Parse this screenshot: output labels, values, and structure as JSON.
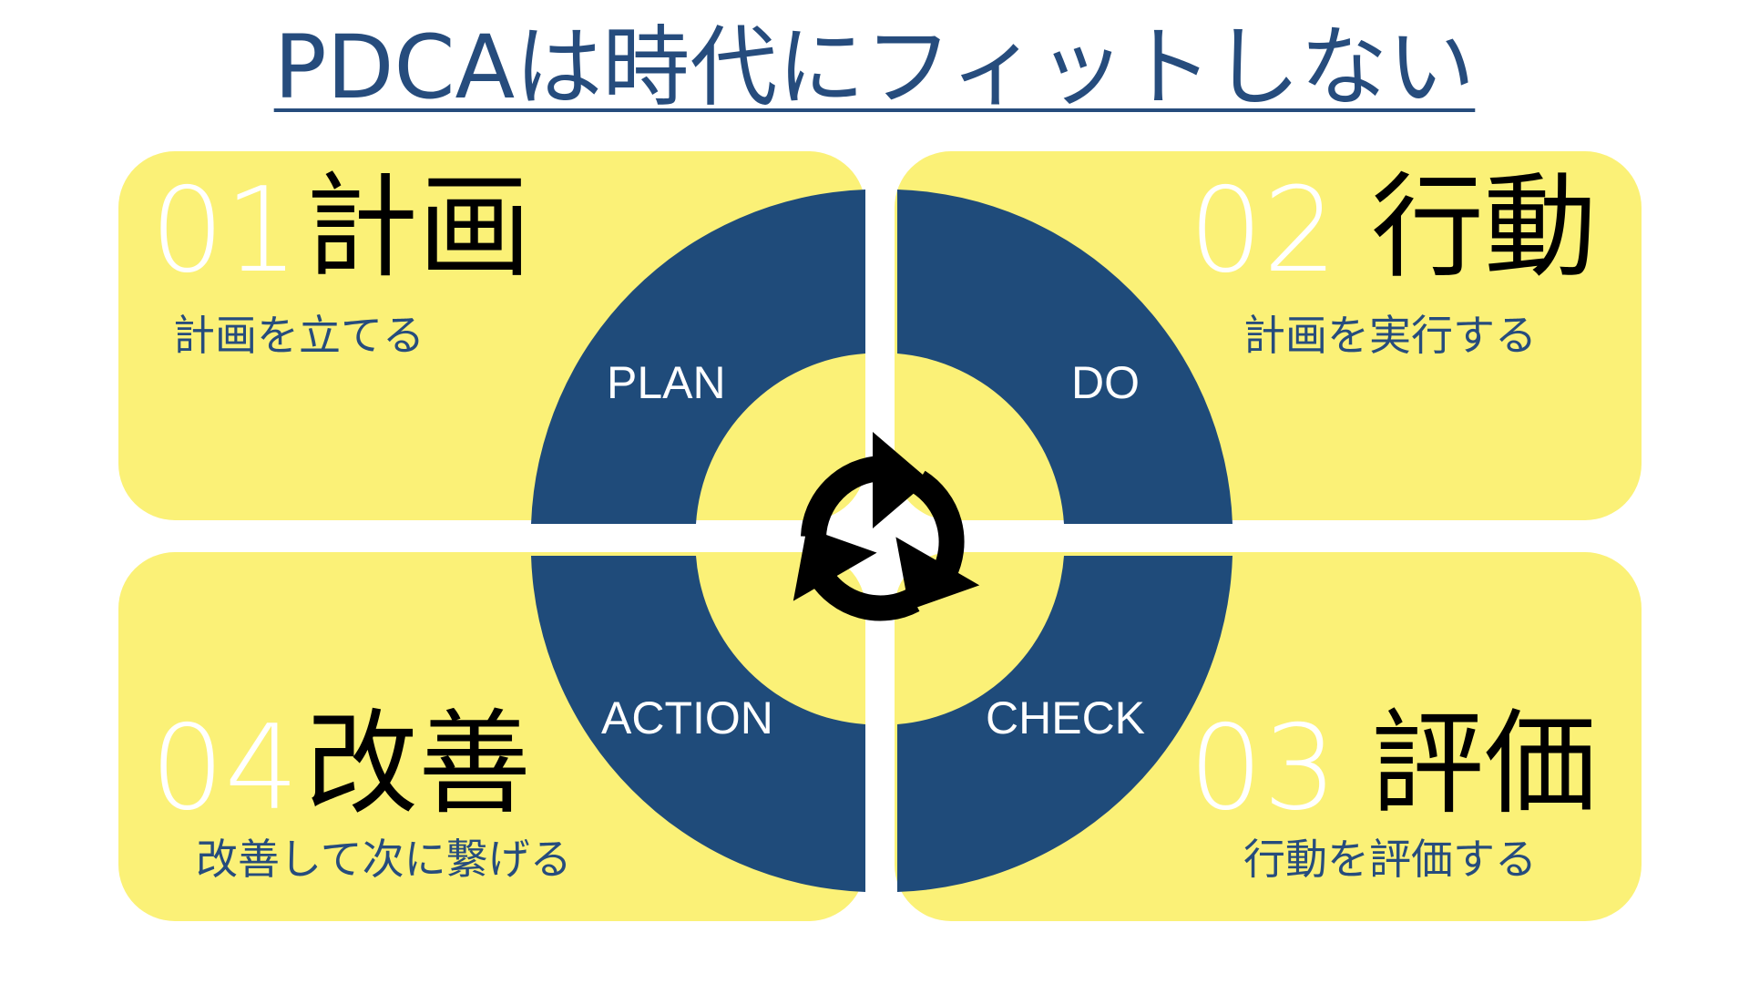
{
  "title": "PDCAは時代にフィットしない",
  "colors": {
    "title": "#264c7d",
    "card_background": "#fbf177",
    "ring": "#1f4b7a",
    "number_text": "#ffffff",
    "heading_text": "#000000",
    "description_text": "#264c7d",
    "center_icon": "#000000"
  },
  "center_icon": "refresh-cycle-icon",
  "quadrants": {
    "plan": {
      "number": "01",
      "heading": "計画",
      "description": "計画を立てる",
      "segment_label": "PLAN"
    },
    "do": {
      "number": "02",
      "heading": "行動",
      "description": "計画を実行する",
      "segment_label": "DO"
    },
    "check": {
      "number": "03",
      "heading": "評価",
      "description": "行動を評価する",
      "segment_label": "CHECK"
    },
    "action": {
      "number": "04",
      "heading": "改善",
      "description": "改善して次に繋げる",
      "segment_label": "ACTION"
    }
  }
}
